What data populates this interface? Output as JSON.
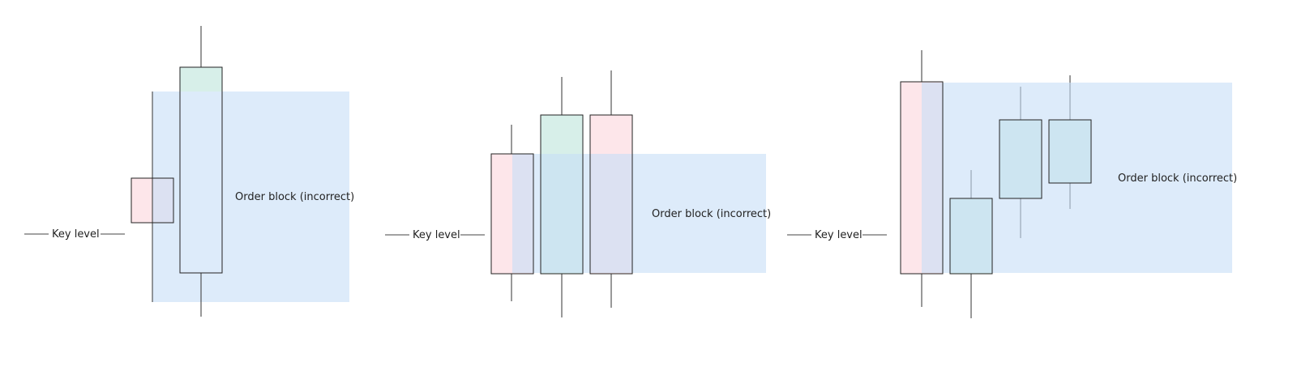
{
  "labels": {
    "key_level": "Key level",
    "order_block": "Order block (incorrect)"
  },
  "colors": {
    "zone": "#c7ddf6",
    "bearish_body": "#fde6ea",
    "bullish_body": "#d7efe9",
    "outline": "#222222"
  },
  "panels": [
    {
      "name": "panel-1",
      "candles": [
        {
          "direction": "bearish"
        },
        {
          "direction": "bullish"
        }
      ]
    },
    {
      "name": "panel-2",
      "candles": [
        {
          "direction": "bearish"
        },
        {
          "direction": "bullish"
        },
        {
          "direction": "bearish"
        }
      ]
    },
    {
      "name": "panel-3",
      "candles": [
        {
          "direction": "bearish"
        },
        {
          "direction": "bullish"
        },
        {
          "direction": "bullish"
        },
        {
          "direction": "bullish"
        }
      ]
    }
  ]
}
